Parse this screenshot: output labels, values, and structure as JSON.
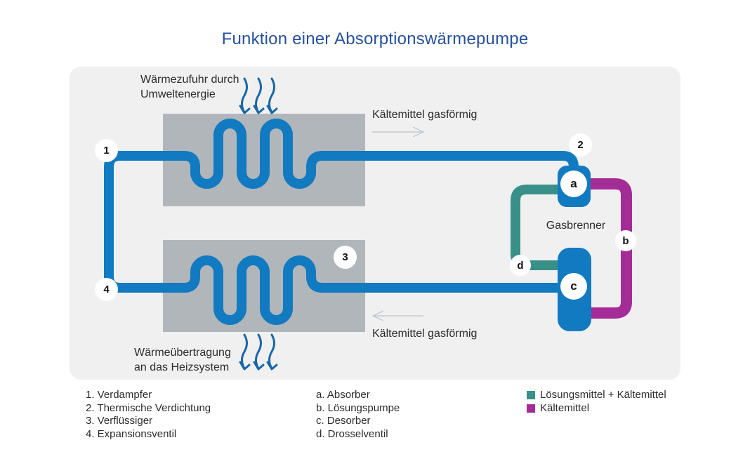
{
  "title": "Funktion einer Absorptionswärmepumpe",
  "colors": {
    "pipe_blue": "#117ac1",
    "solution_teal": "#399088",
    "refrigerant_purple": "#a42c96",
    "exchanger_gray": "#b1b6bb",
    "panel_bg": "#f0f0f0",
    "title_blue": "#27519d",
    "heat_arrow_blue": "#1a67a7",
    "flow_arrow_gray": "#c6c9cc"
  },
  "diagram": {
    "heat_input": {
      "line1": "Wärmezufuhr durch",
      "line2": "Umweltenergie"
    },
    "refrigerant_gas_top": "Kältemittel gasförmig",
    "gas_burner": "Gasbrenner",
    "refrigerant_gas_bottom": "Kältemittel gasförmig",
    "heat_output": {
      "line1": "Wärmeübertragung",
      "line2": "an das Heizsystem"
    },
    "markers": {
      "n1": "1",
      "n2": "2",
      "n3": "3",
      "n4": "4",
      "a": "a",
      "b": "b",
      "c": "c",
      "d": "d"
    }
  },
  "legend": {
    "numbered": [
      "1. Verdampfer",
      "2. Thermische Verdichtung",
      "3. Verflüssiger",
      "4. Expansionsventil"
    ],
    "lettered": [
      "a. Absorber",
      "b. Lösungspumpe",
      "c. Desorber",
      "d. Drosselventil"
    ],
    "swatches": [
      {
        "color": "#399088",
        "label": "Lösungsmittel + Kältemittel"
      },
      {
        "color": "#a42c96",
        "label": "Kältemittel"
      }
    ]
  }
}
